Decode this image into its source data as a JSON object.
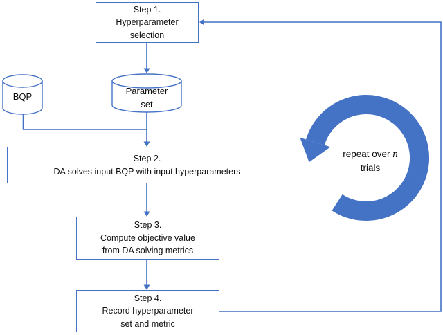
{
  "flowchart": {
    "steps": [
      {
        "title": "Step 1.",
        "lines": [
          "Hyperparameter",
          "selection"
        ]
      },
      {
        "title": "Step 2.",
        "lines": [
          "DA solves input BQP with input hyperparameters"
        ]
      },
      {
        "title": "Step 3.",
        "lines": [
          "Compute objective value",
          "from DA solving metrics"
        ]
      },
      {
        "title": "Step 4.",
        "lines": [
          "Record hyperparameter",
          "set and metric"
        ]
      }
    ],
    "datastores": {
      "bqp": {
        "label": "BQP"
      },
      "parameter_set": {
        "line1": "Parameter",
        "line2": "set"
      }
    },
    "loop_annotation": {
      "line1_prefix": "repeat over ",
      "line1_var": "n",
      "line2": "trials"
    },
    "colors": {
      "accent_blue": "#4472C4",
      "background": "#ffffff",
      "text": "#0d0d0d"
    }
  }
}
